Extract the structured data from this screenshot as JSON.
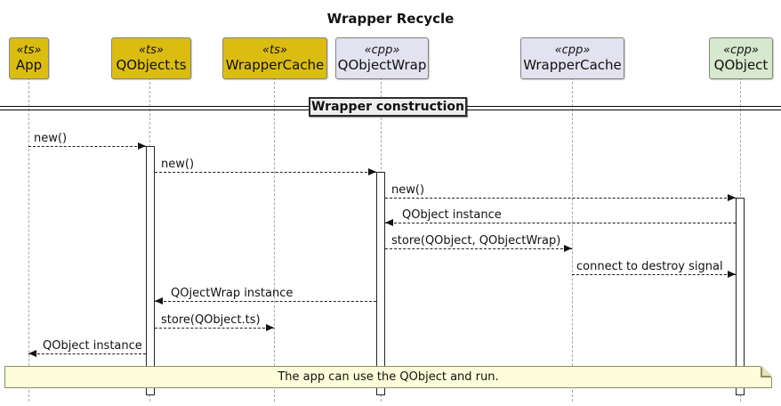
{
  "title": "Wrapper Recycle",
  "divider": {
    "label": "Wrapper construction"
  },
  "participants": [
    {
      "stereotype": "«ts»",
      "name": "App"
    },
    {
      "stereotype": "«ts»",
      "name": "QObject.ts"
    },
    {
      "stereotype": "«ts»",
      "name": "WrapperCache"
    },
    {
      "stereotype": "«cpp»",
      "name": "QObjectWrap"
    },
    {
      "stereotype": "«cpp»",
      "name": "WrapperCache"
    },
    {
      "stereotype": "«cpp»",
      "name": "QObject"
    }
  ],
  "messages": [
    {
      "label": "new()",
      "from": "App",
      "to": "QObject.ts"
    },
    {
      "label": "new()",
      "from": "QObject.ts",
      "to": "QObjectWrap"
    },
    {
      "label": "new()",
      "from": "QObjectWrap",
      "to": "QObject"
    },
    {
      "label": "QObject instance",
      "from": "QObject",
      "to": "QObjectWrap"
    },
    {
      "label": "store(QObject, QObjectWrap)",
      "from": "QObjectWrap",
      "to": "WrapperCache (cpp)"
    },
    {
      "label": "connect to destroy signal",
      "from": "WrapperCache (cpp)",
      "to": "QObject"
    },
    {
      "label": "QOjectWrap instance",
      "from": "QObjectWrap",
      "to": "QObject.ts"
    },
    {
      "label": "store(QObject.ts)",
      "from": "QObject.ts",
      "to": "WrapperCache (ts)"
    },
    {
      "label": "QObject instance",
      "from": "QObject.ts",
      "to": "App"
    }
  ],
  "note": {
    "text": "The app can use the QObject and run."
  },
  "colors": {
    "participant_ts_fill": "#DBBD12",
    "participant_cpp_fill": "#E2E2F0",
    "participant_qobject_fill": "#D6E8CD",
    "divider_fill": "#EEEEEE",
    "note_fill": "#FDFDD9",
    "lifeline": "#A6A6A6"
  }
}
